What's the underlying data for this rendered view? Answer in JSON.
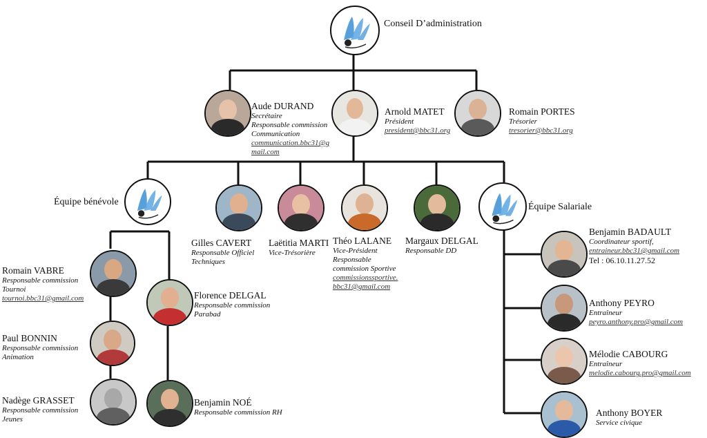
{
  "board": {
    "label": "Conseil D’administration"
  },
  "volunteer_team": {
    "label": "Équipe bénévole"
  },
  "staff_team": {
    "label": "Équipe Salariale"
  },
  "board_members": [
    {
      "name": "Aude DURAND",
      "roles": [
        "Secrétaire",
        "Responsable commission",
        "Communication"
      ],
      "link": "communication.bbc31@g mail.com"
    },
    {
      "name": "Arnold MATET",
      "roles": [
        "Président"
      ],
      "link": "president@bbc31.org"
    },
    {
      "name": "Romain PORTES",
      "roles": [
        "Trésorier"
      ],
      "link": "tresorier@bbc31.org"
    }
  ],
  "middle_members": [
    {
      "name": "Gilles CAVERT",
      "roles": [
        "Responsable Officiel",
        "Techniques"
      ],
      "link": ""
    },
    {
      "name": "Laëtitia MARTI",
      "roles": [
        "Vice-Trésorière"
      ],
      "link": ""
    },
    {
      "name": "Théo LALANE",
      "roles": [
        "Vice-Président",
        "Responsable",
        "commission Sportive"
      ],
      "link": "commissionssportive. bbc31@gmail.com"
    },
    {
      "name": "Margaux DELGAL",
      "roles": [
        "Responsable DD"
      ],
      "link": ""
    }
  ],
  "volunteers": [
    {
      "name": "Romain VABRE",
      "roles": [
        "Responsable commission",
        "Tournoi"
      ],
      "link": "tournoi.bbc31@gmail.com"
    },
    {
      "name": "Paul BONNIN",
      "roles": [
        "Responsable commission",
        "Animation"
      ],
      "link": ""
    },
    {
      "name": "Nadège GRASSET",
      "roles": [
        "Responsable commission",
        "Jeunes"
      ],
      "link": ""
    },
    {
      "name": "Florence DELGAL",
      "roles": [
        "Responsable commission",
        "Parabad"
      ],
      "link": ""
    },
    {
      "name": "Benjamin NOÉ",
      "roles": [
        "Responsable commission RH"
      ],
      "link": ""
    }
  ],
  "staff": [
    {
      "name": "Benjamin BADAULT",
      "roles": [
        "Coordinateur sportif,"
      ],
      "link": "entraineur.bbc31@gmail.com",
      "extra": "Tel : 06.10.11.27.52"
    },
    {
      "name": "Anthony PEYRO",
      "roles": [
        "Entraîneur"
      ],
      "link": "peyro.anthony.pro@gmail.com",
      "extra": ""
    },
    {
      "name": "Mélodie CABOURG",
      "roles": [
        "Entraîneur"
      ],
      "link": "melodie.cabourg.pro@gmail.com",
      "extra": ""
    },
    {
      "name": "Anthony BOYER",
      "roles": [
        "Service civique"
      ],
      "link": "",
      "extra": ""
    }
  ],
  "colors": {
    "line": "#111111",
    "logo_blue": "#3a8fd6"
  },
  "icons": {
    "logo": "shuttlecock-logo-icon",
    "photo": "portrait-photo-icon"
  }
}
